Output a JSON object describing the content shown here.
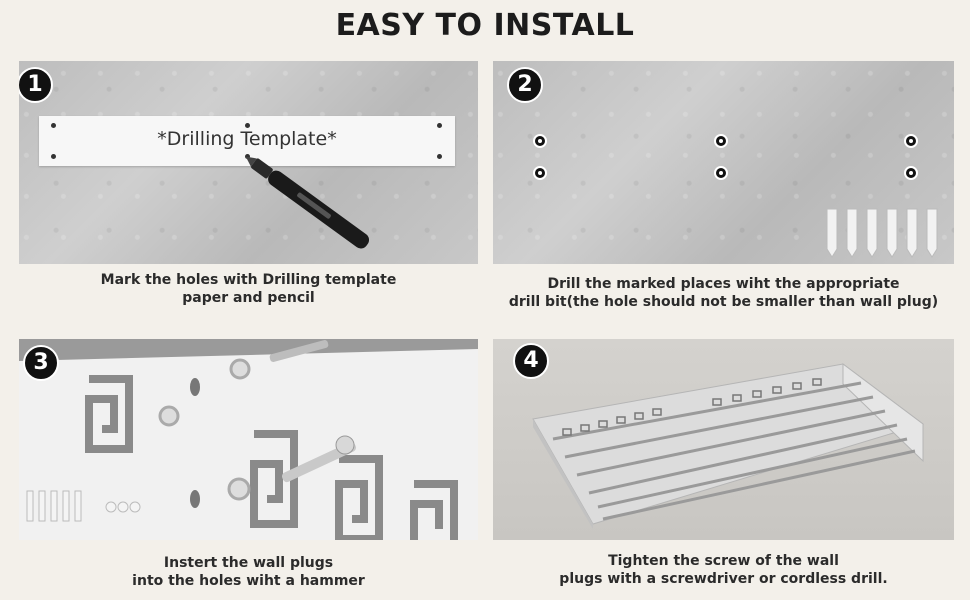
{
  "header": {
    "title": "EASY TO INSTALL"
  },
  "steps": [
    {
      "number": "1",
      "template_label": "*Drilling Template*",
      "caption_line1": "Mark the holes with Drilling template",
      "caption_line2": "paper and pencil"
    },
    {
      "number": "2",
      "caption_line1": "Drill the marked places wiht the appropriate",
      "caption_line2": "drill bit(the hole should not be smaller than wall plug)"
    },
    {
      "number": "3",
      "caption_line1": "Instert the wall plugs",
      "caption_line2": "into the holes wiht a hammer"
    },
    {
      "number": "4",
      "caption_line1": "Tighten the screw of the wall",
      "caption_line2": "plugs with a screwdriver or cordless drill."
    }
  ],
  "icons": [
    "pencil-icon",
    "wall-plug-icon",
    "screw-icon",
    "hammer-icon"
  ],
  "colors": {
    "background": "#f3f0ea",
    "badge": "#111111",
    "concrete": "#c3c3c3"
  }
}
